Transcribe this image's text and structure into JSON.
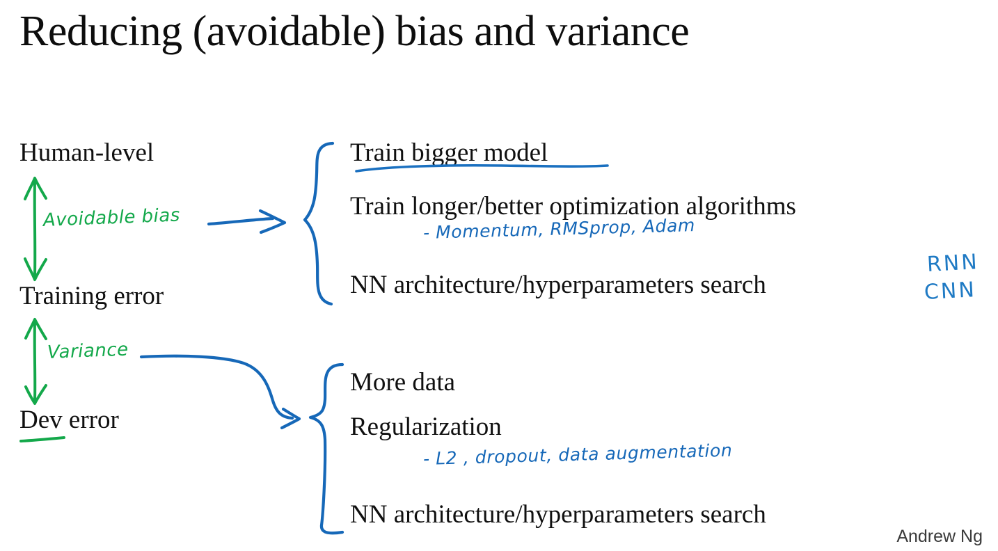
{
  "slide": {
    "title": "Reducing (avoidable) bias and variance",
    "footer_author": "Andrew Ng",
    "background_color": "#ffffff",
    "ink_blue": "#1668b8",
    "ink_green": "#13a84a",
    "text_color": "#101010"
  },
  "metrics": {
    "human_level": "Human-level",
    "training_error": "Training error",
    "dev_error": "Dev error"
  },
  "gaps": {
    "avoidable_bias_label": "Avoidable bias",
    "variance_label": "Variance"
  },
  "bias_remedies": {
    "items": [
      {
        "text": "Train bigger model",
        "underlined": true
      },
      {
        "text": "Train longer/better optimization algorithms",
        "underlined": false
      },
      {
        "text": "NN architecture/hyperparameters search",
        "underlined": false
      }
    ],
    "annotation": "- Momentum, RMSprop, Adam",
    "side_notes": [
      "RNN",
      "CNN"
    ]
  },
  "variance_remedies": {
    "items": [
      {
        "text": "More data",
        "underlined": false
      },
      {
        "text": "Regularization",
        "underlined": false
      },
      {
        "text": "NN architecture/hyperparameters search",
        "underlined": false
      }
    ],
    "annotation": "- L2 , dropout, data   augmentation"
  }
}
